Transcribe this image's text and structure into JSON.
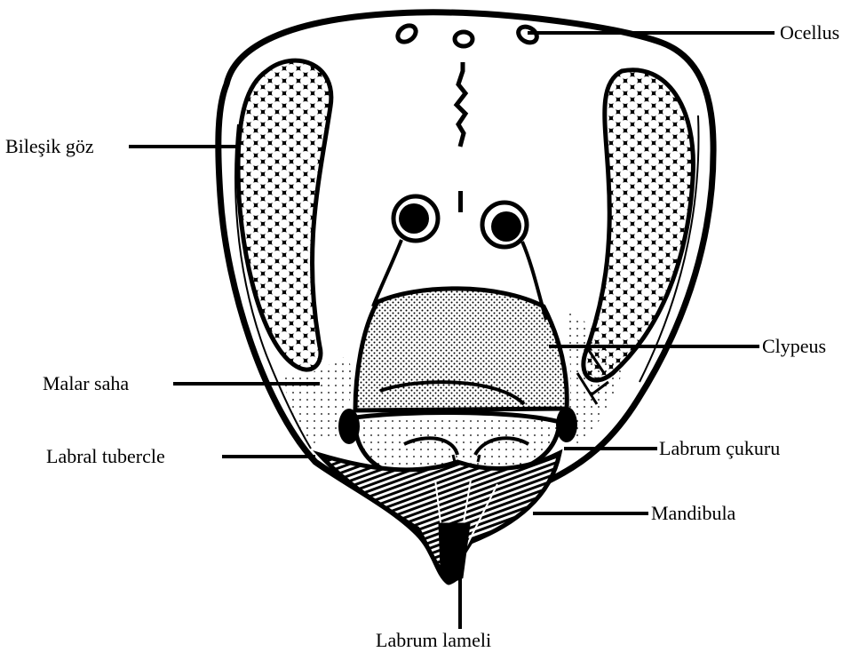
{
  "colors": {
    "ink": "#000000",
    "paper": "#ffffff"
  },
  "labels": {
    "ocellus": "Ocellus",
    "compound_eye": "Bileşik göz",
    "clypeus": "Clypeus",
    "malar_area": "Malar saha",
    "labral_tubercle": "Labral tubercle",
    "labrum_pit": "Labrum çukuru",
    "mandible": "Mandibula",
    "labrum_lamella": "Labrum lameli"
  }
}
